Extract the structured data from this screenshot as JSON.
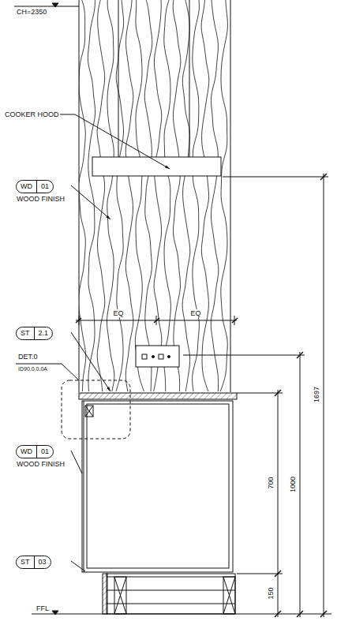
{
  "diagram": {
    "nodes": [
      {
        "text": [
          "WD",
          "01",
          "WOOD FINISH"
        ]
      },
      {
        "text": [
          "ST",
          "2.1"
        ]
      },
      {
        "text": [
          "WD",
          "01",
          "WOOD FINISH"
        ]
      },
      {
        "text": [
          "ST",
          "03"
        ]
      }
    ],
    "edges": [],
    "labels": [
      "CH=2350",
      "COOKER HOOD",
      "EQ",
      "EQ",
      "DET.0",
      "ID90.0.0.0A",
      "700",
      "1000",
      "1697",
      "150",
      "FFL"
    ]
  }
}
